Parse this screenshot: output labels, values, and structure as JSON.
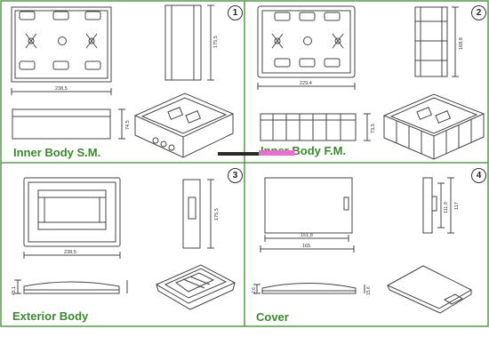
{
  "panels": [
    {
      "number": "1",
      "title": "Inner Body S.M.",
      "dims": {
        "width": "238,5",
        "height": "175,5",
        "depth": "74,5"
      }
    },
    {
      "number": "2",
      "title": "Inner Body F.M.",
      "dims": {
        "width": "229,4",
        "height": "168,8",
        "depth": "73,5"
      }
    },
    {
      "number": "3",
      "title": "Exterior Body",
      "dims": {
        "width": "238,5",
        "height": "175,5",
        "depth": "45,1"
      }
    },
    {
      "number": "4",
      "title": "Cover",
      "dims": {
        "inner_width": "151,8",
        "outer_width": "165",
        "inner_height": "111,9",
        "outer_height": "117",
        "thickness_left": "2,6",
        "thickness_right": "15,6"
      }
    }
  ],
  "colors": {
    "frame": "#3b8a2e",
    "title": "#3b8a2e",
    "line": "#444444",
    "marker_pink": "#e86fcf",
    "marker_dark": "#2a2a2a"
  }
}
